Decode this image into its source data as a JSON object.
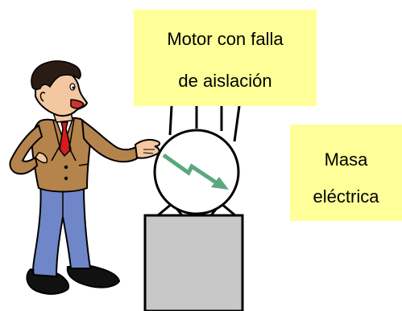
{
  "motor_label": {
    "line1": "Motor con falla",
    "line2": "de aislación"
  },
  "ground_label": {
    "line1": "Masa",
    "line2": "eléctrica"
  },
  "colors": {
    "label_background": "#ffff99",
    "base_fill": "#c8c8c8",
    "fault_arrow": "#5aa880",
    "jacket": "#b5834c",
    "jacket_dark": "#8a5f32",
    "trousers": "#6f86c8",
    "tie": "#d41c1c",
    "skin": "#f3c7a0",
    "hair": "#2a1c14",
    "outline": "#000000"
  }
}
